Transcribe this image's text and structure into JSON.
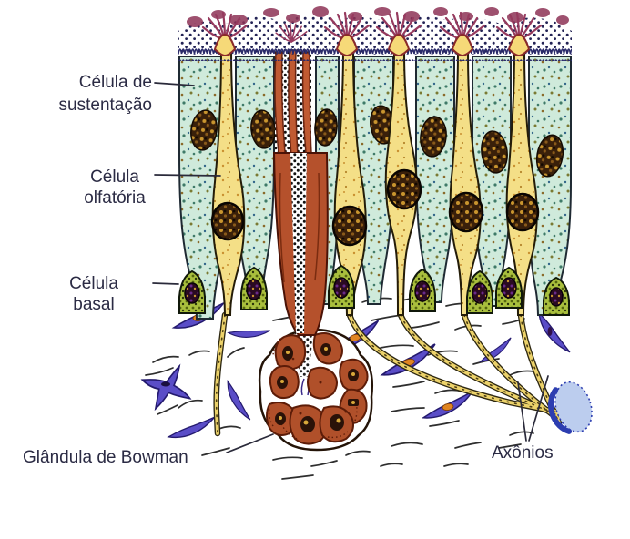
{
  "figure": {
    "labels": {
      "sustentacao": {
        "lines": [
          "Célula de",
          "sustentação"
        ]
      },
      "olfatoria": {
        "lines": [
          "Célula",
          "olfatória"
        ]
      },
      "basal": {
        "lines": [
          "Célula",
          "basal"
        ]
      },
      "bowman": {
        "text": "Glândula de Bowman"
      },
      "axonios": {
        "text": "Axônios"
      }
    },
    "palette": {
      "label_text": "#2b2b44",
      "supporting_cell_green": "#cfeadb",
      "olfactory_cell_yellow": "#f4df87",
      "olfactory_knob_yellow": "#f6d978",
      "cilia_maroon": "#963a5e",
      "mucus_stipple_navy": "#232355",
      "nucleus_brown": "#3a200a",
      "nucleus_mottle_gold": "#c9952e",
      "basal_cell_olive": "#a9bf3d",
      "bowman_duct_red": "#b5512c",
      "bowman_gland_red": "#b0502a",
      "fibroblast_violet": "#5a4dc7",
      "fibroblast_nucleus_orange": "#e08522",
      "axon_yellow": "#ecd26a",
      "nerve_cross_section_blue": "#bccdee",
      "nerve_cross_section_border": "#2c3db0",
      "collagen_gray": "#2e2e2e"
    }
  }
}
